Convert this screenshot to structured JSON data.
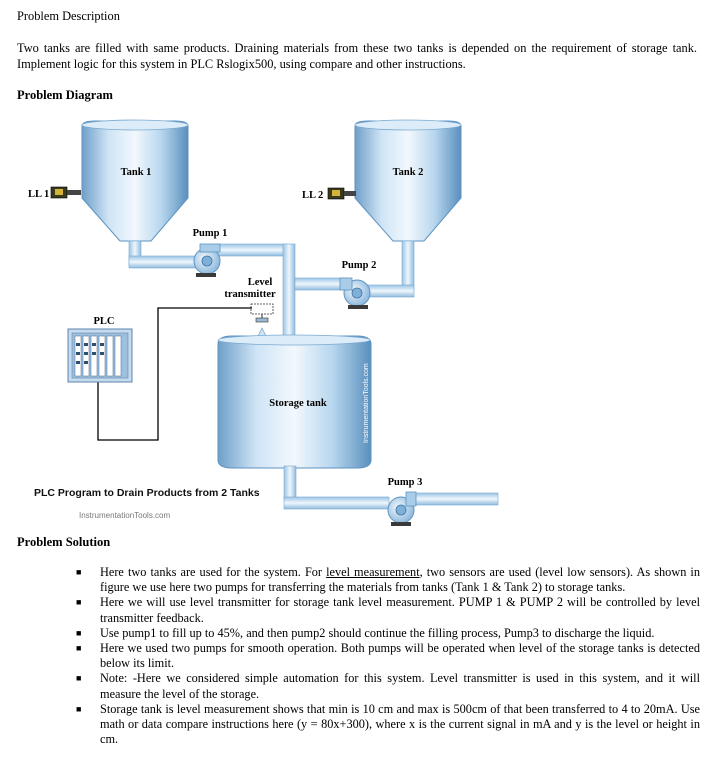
{
  "header": {
    "label": "Problem Description"
  },
  "description": "Two tanks are filled with same products. Draining materials from these two tanks is depended on the requirement of storage tank. Implement logic for this system in PLC Rslogix500, using compare and other instructions.",
  "diagram_heading": "Problem Diagram",
  "diagram": {
    "tank1": "Tank 1",
    "tank2": "Tank 2",
    "ll1": "LL 1",
    "ll2": "LL 2",
    "pump1": "Pump 1",
    "pump2": "Pump 2",
    "pump3": "Pump 3",
    "level_transmitter_line1": "Level",
    "level_transmitter_line2": "transmitter",
    "plc": "PLC",
    "storage_tank": "Storage tank",
    "watermark_side": "InstrumentationTools.com",
    "caption": "PLC Program to Drain Products from 2 Tanks",
    "watermark_bottom": "InstrumentationTools.com",
    "colors": {
      "tank_light": "#e6f2fb",
      "tank_mid": "#a9cde9",
      "tank_dark": "#5d93bf",
      "pipe": "#b9d9ef",
      "plc_blue": "#8fb4d8"
    }
  },
  "solution_heading": "Problem Solution",
  "bullets": [
    {
      "pre": "Here two tanks are used for the system. For ",
      "link": "level measurement",
      "post": ", two sensors are used (level low sensors). As shown in figure we use here two pumps for transferring the materials from tanks (Tank 1 & Tank 2) to storage tanks."
    },
    {
      "pre": "Here we will use level transmitter for storage tank level measurement. PUMP 1 & PUMP 2 will be controlled by level transmitter feedback.",
      "link": "",
      "post": ""
    },
    {
      "pre": "Use pump1 to fill up to 45%, and then pump2 should continue the filling process, Pump3 to discharge the liquid.",
      "link": "",
      "post": ""
    },
    {
      "pre": "Here we used two pumps for smooth operation. Both pumps will be operated when level of the storage tanks is detected below its limit.",
      "link": "",
      "post": ""
    },
    {
      "pre": "Note: -Here we considered simple automation for this system. Level transmitter is used in this system, and it will measure the level of the storage.",
      "link": "",
      "post": ""
    },
    {
      "pre": "Storage tank is level measurement shows that min is 10 cm and max is 500cm of that been transferred to 4 to 20mA. Use math or data compare instructions here (y = 80x+300), where x is the current signal in mA and y is the level or height in cm.",
      "link": "",
      "post": ""
    }
  ]
}
